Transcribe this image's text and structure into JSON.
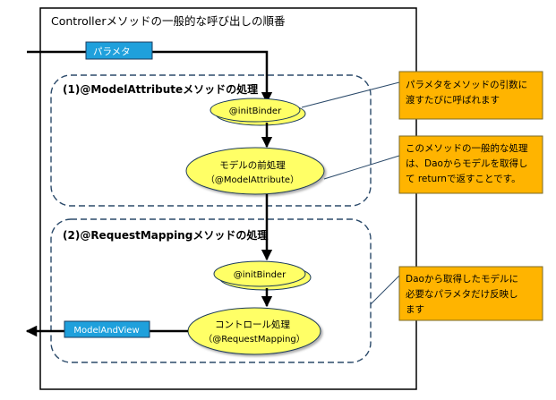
{
  "title": "Controllerメソッドの一般的な呼び出しの順番",
  "parameter_tag": "パラメタ",
  "model_and_view_tag": "ModelAndView",
  "section1": {
    "label": "(1)@ModelAttributeメソッドの処理",
    "init_binder": "@initBinder",
    "process_line1": "モデルの前処理",
    "process_line2": "（@ModelAttribute）"
  },
  "section2": {
    "label": "(2)@RequestMappingメソッドの処理",
    "init_binder": "@initBinder",
    "process_line1": "コントロール処理",
    "process_line2": "（@RequestMapping）"
  },
  "notes": {
    "note1": [
      "パラメタをメソッドの引数に",
      "渡すたびに呼ばれます"
    ],
    "note2": [
      "このメソッドの一般的な処理",
      "は、Daoからモデルを取得し",
      "て returnで返すことです。"
    ],
    "note3": [
      "Daoから取得したモデルに",
      "必要なパラメタだけ反映し",
      "ます"
    ]
  },
  "colors": {
    "ellipse_fill": "#ffff66",
    "tag_fill": "#1fa0dc",
    "note_fill": "#ffb400",
    "dash_stroke": "#2b4a6a"
  }
}
